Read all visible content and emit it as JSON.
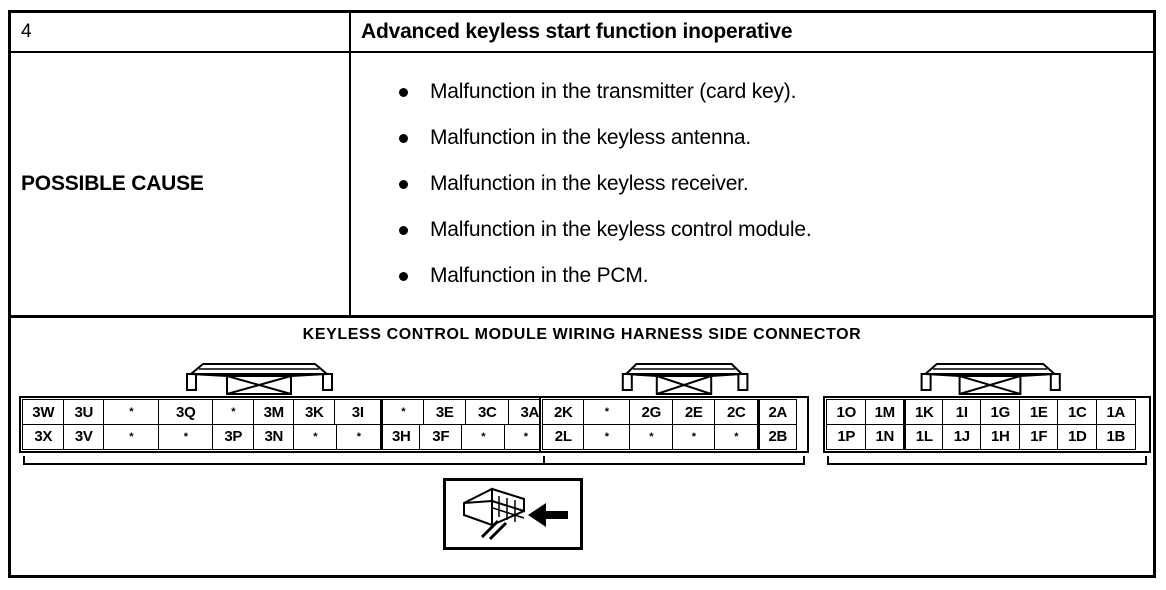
{
  "document": {
    "case_number": "4",
    "case_title": "Advanced keyless start function inoperative",
    "possible_cause_label": "POSSIBLE CAUSE",
    "possible_causes": [
      "Malfunction in the transmitter (card key).",
      "Malfunction in the keyless antenna.",
      "Malfunction in the keyless receiver.",
      "Malfunction in the keyless control module.",
      "Malfunction in the PCM."
    ]
  },
  "connector_section": {
    "heading": "KEYLESS CONTROL MODULE WIRING HARNESS SIDE CONNECTOR",
    "empty_marker": "*",
    "connectors": [
      {
        "name": "connector-3",
        "top_row": [
          "3W",
          "3U",
          "*",
          "3Q",
          "*",
          "3M",
          "3K",
          "3I",
          "*",
          "3E",
          "3C",
          "3A"
        ],
        "bottom_row": [
          "3X",
          "3V",
          "*",
          "*",
          "3P",
          "3N",
          "*",
          "*",
          "3H",
          "3F",
          "*",
          "*"
        ]
      },
      {
        "name": "connector-2",
        "top_row": [
          "2K",
          "*",
          "2G",
          "2E",
          "2C",
          "2A"
        ],
        "bottom_row": [
          "2L",
          "*",
          "*",
          "*",
          "*",
          "2B"
        ]
      },
      {
        "name": "connector-1",
        "top_row": [
          "1O",
          "1M",
          "1K",
          "1I",
          "1G",
          "1E",
          "1C",
          "1A"
        ],
        "bottom_row": [
          "1P",
          "1N",
          "1L",
          "1J",
          "1H",
          "1F",
          "1D",
          "1B"
        ]
      }
    ],
    "illustration_caption": "connector-with-arrow"
  },
  "colors": {
    "ink": "#000000",
    "paper": "#ffffff"
  }
}
